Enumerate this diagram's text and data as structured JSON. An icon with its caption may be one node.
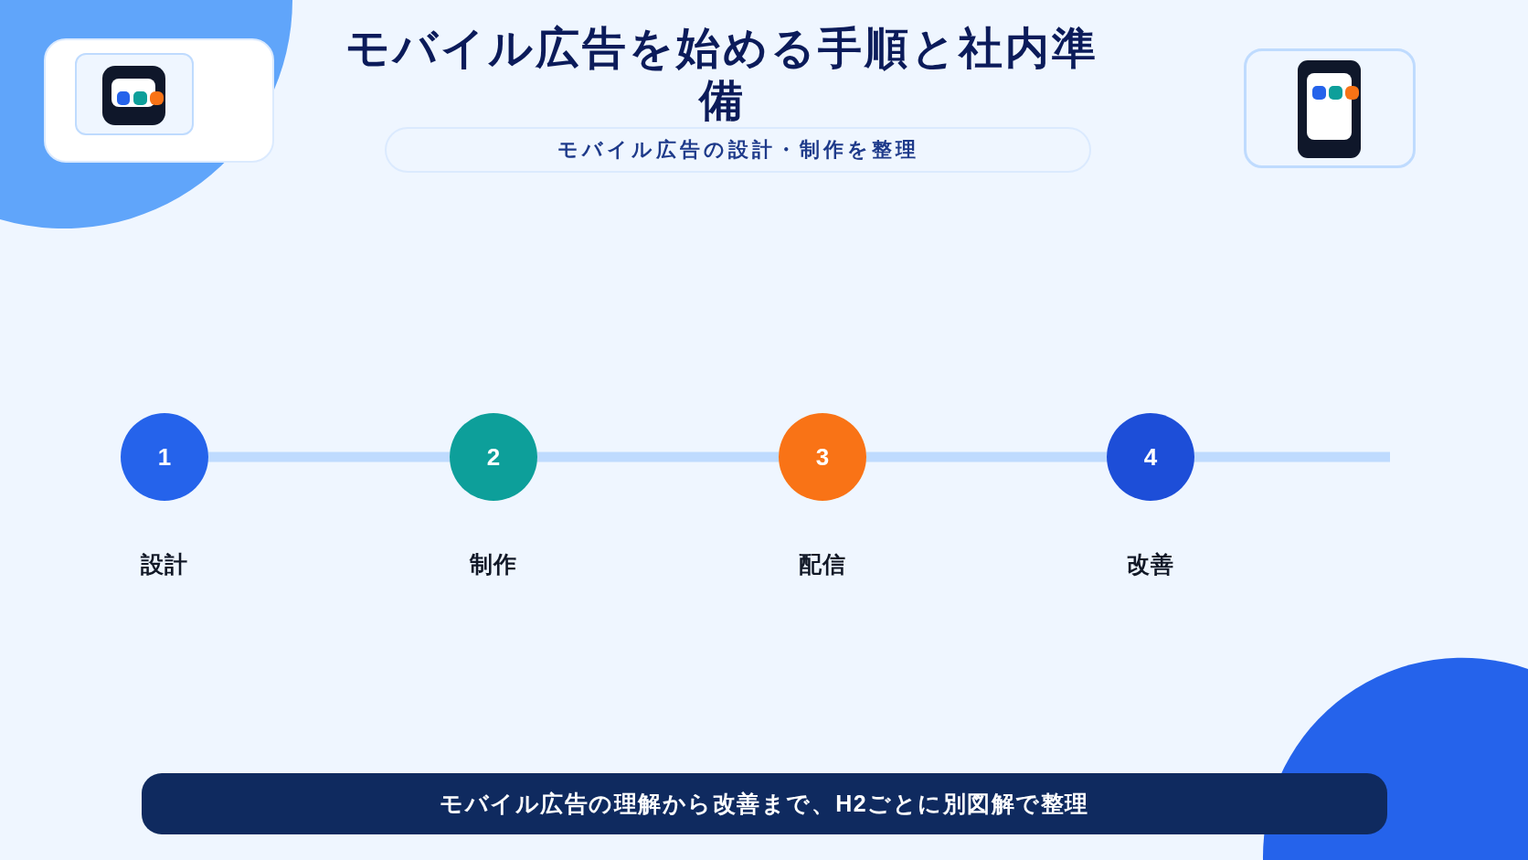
{
  "diagram": {
    "title": "モバイル広告を始める手順と社内準備",
    "caption": "モバイル広告の理解から改善まで、H2ごとに別図解で整理",
    "nodes": [
      {
        "text": [
          "1"
        ],
        "beside": [
          "設計"
        ]
      },
      {
        "text": [
          "2"
        ],
        "beside": [
          "制作"
        ]
      },
      {
        "text": [
          "3"
        ],
        "beside": [
          "配信"
        ]
      },
      {
        "text": [
          "4"
        ],
        "beside": [
          "改善"
        ]
      }
    ],
    "edges": [
      {
        "from": 0,
        "to": 1,
        "arrow": "none"
      },
      {
        "from": 1,
        "to": 2,
        "arrow": "none"
      },
      {
        "from": 2,
        "to": 3,
        "arrow": "none"
      },
      {
        "from": 3,
        "to": null,
        "arrow": "none"
      }
    ],
    "labels": [
      "モバイル広告の設計・制作を整理"
    ]
  }
}
